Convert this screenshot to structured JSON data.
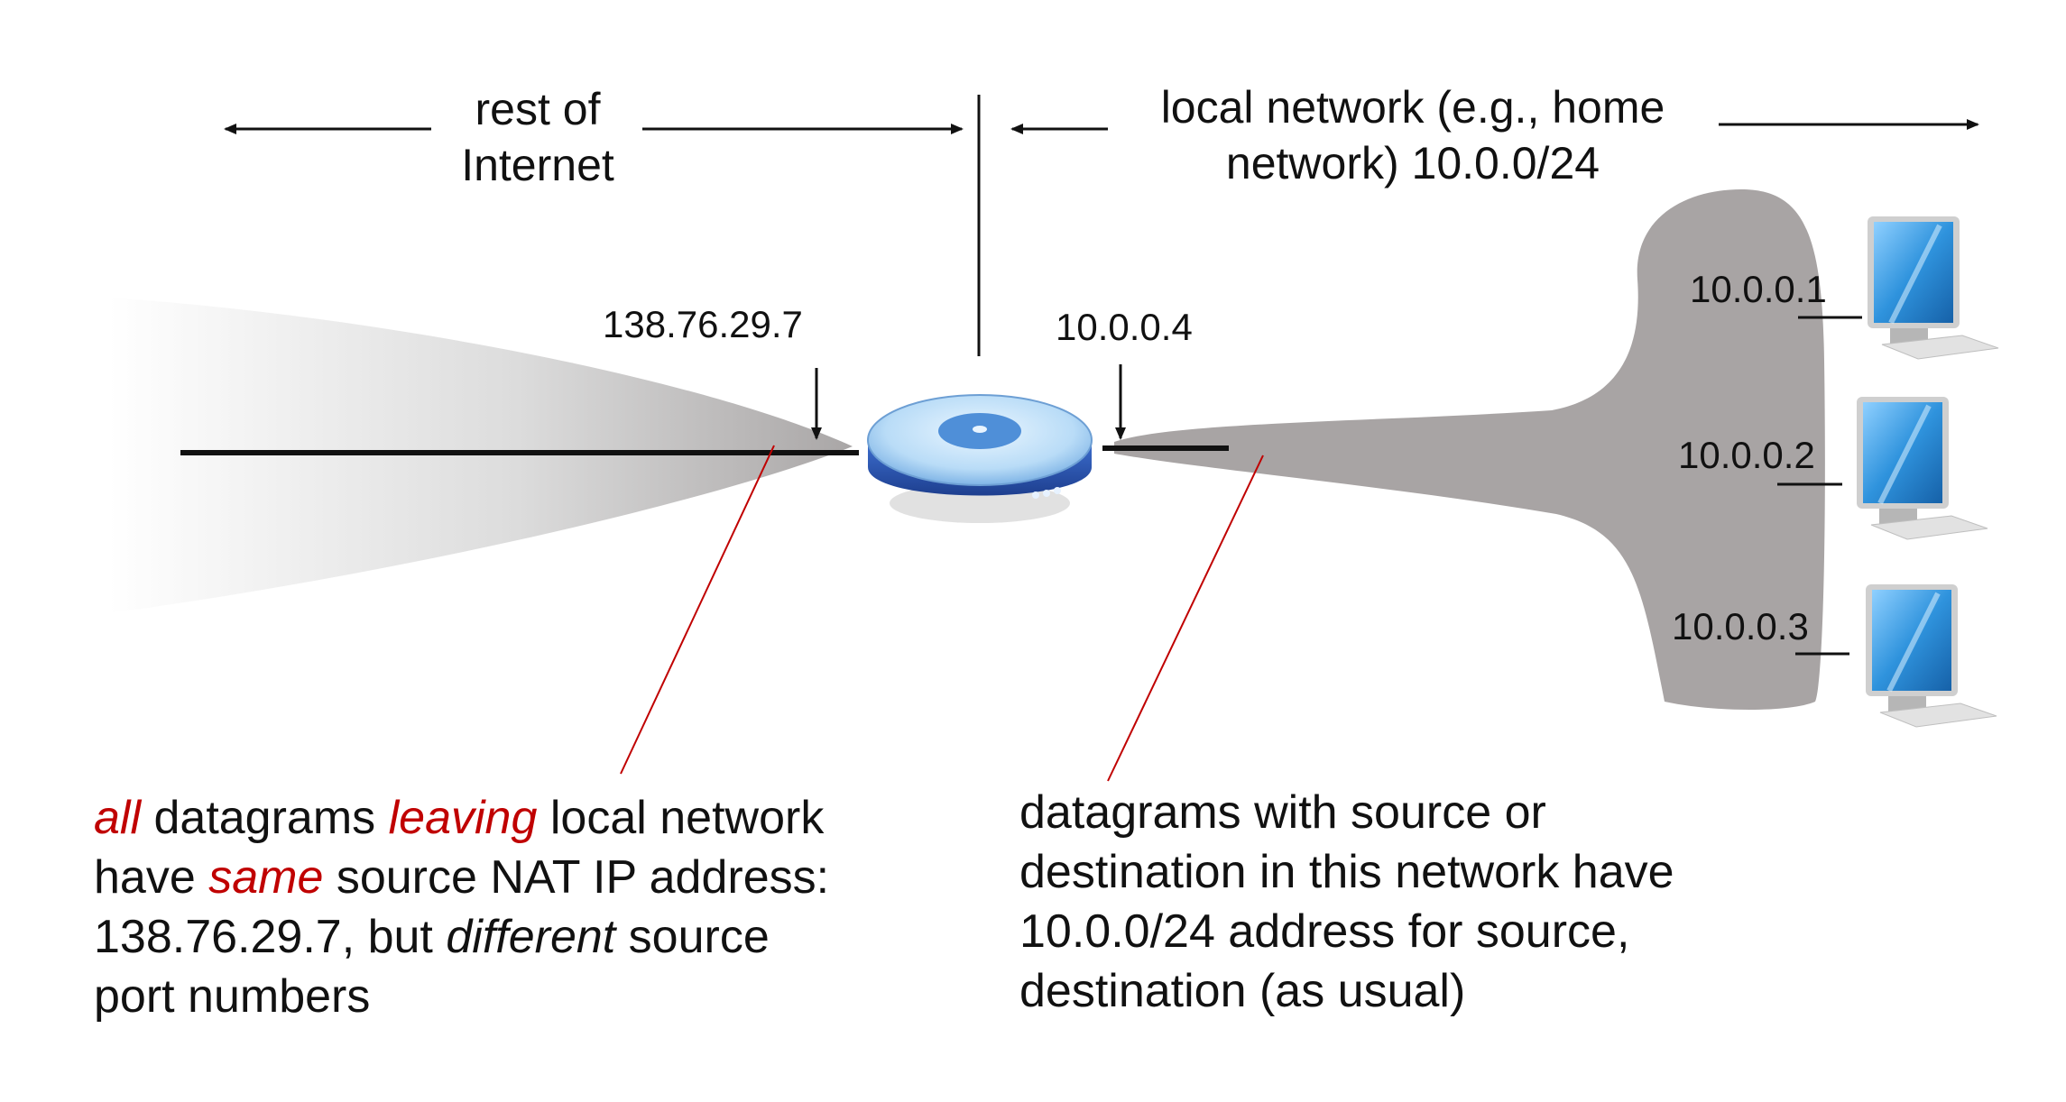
{
  "header_left": {
    "line1": "rest of",
    "line2": "Internet"
  },
  "header_right": {
    "line1": "local network (e.g., home",
    "line2": "network) 10.0.0/24"
  },
  "router": {
    "public_ip": "138.76.29.7",
    "local_ip": "10.0.0.4"
  },
  "hosts": [
    {
      "ip": "10.0.0.1"
    },
    {
      "ip": "10.0.0.2"
    },
    {
      "ip": "10.0.0.3"
    }
  ],
  "note_left": {
    "w1": "all",
    "t1": " datagrams ",
    "w2": "leaving",
    "t2": " local network",
    "t3": "have ",
    "w3": "same",
    "t4": " source NAT IP address:",
    "t5": "138.76.29.7,  but ",
    "w4": "different",
    "t6": " source",
    "t7": "port numbers"
  },
  "note_right": {
    "line1": "datagrams with source or",
    "line2": "destination in this network have",
    "line3": "10.0.0/24 address for  source,",
    "line4": "destination (as usual)"
  },
  "colors": {
    "highlight": "#c00000",
    "cloud": "#a8a4a4",
    "router_top": "#cfe8fb",
    "router_side": "#2f5fbf",
    "monitor_screen": "#2d8fd6"
  }
}
